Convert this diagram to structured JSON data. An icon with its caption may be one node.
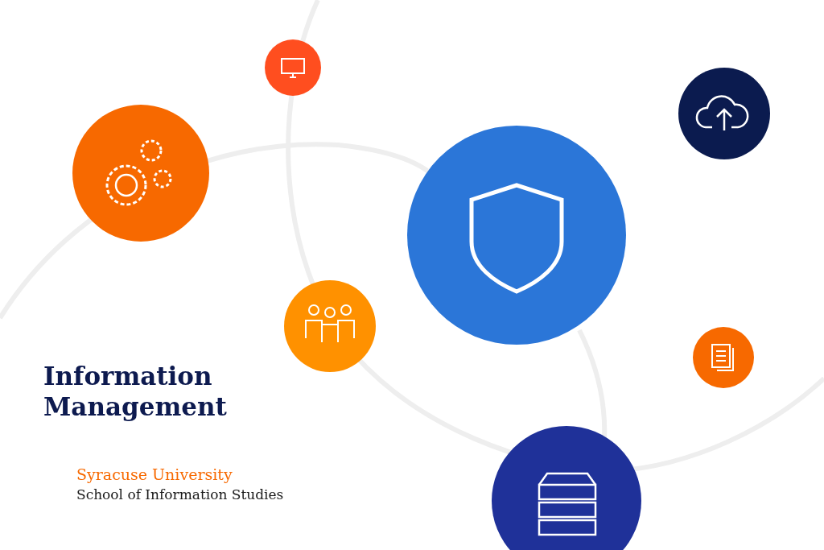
{
  "diagram": {
    "title": "Information Management",
    "labels": [
      "Syracuse University",
      "School of Information Studies"
    ]
  }
}
